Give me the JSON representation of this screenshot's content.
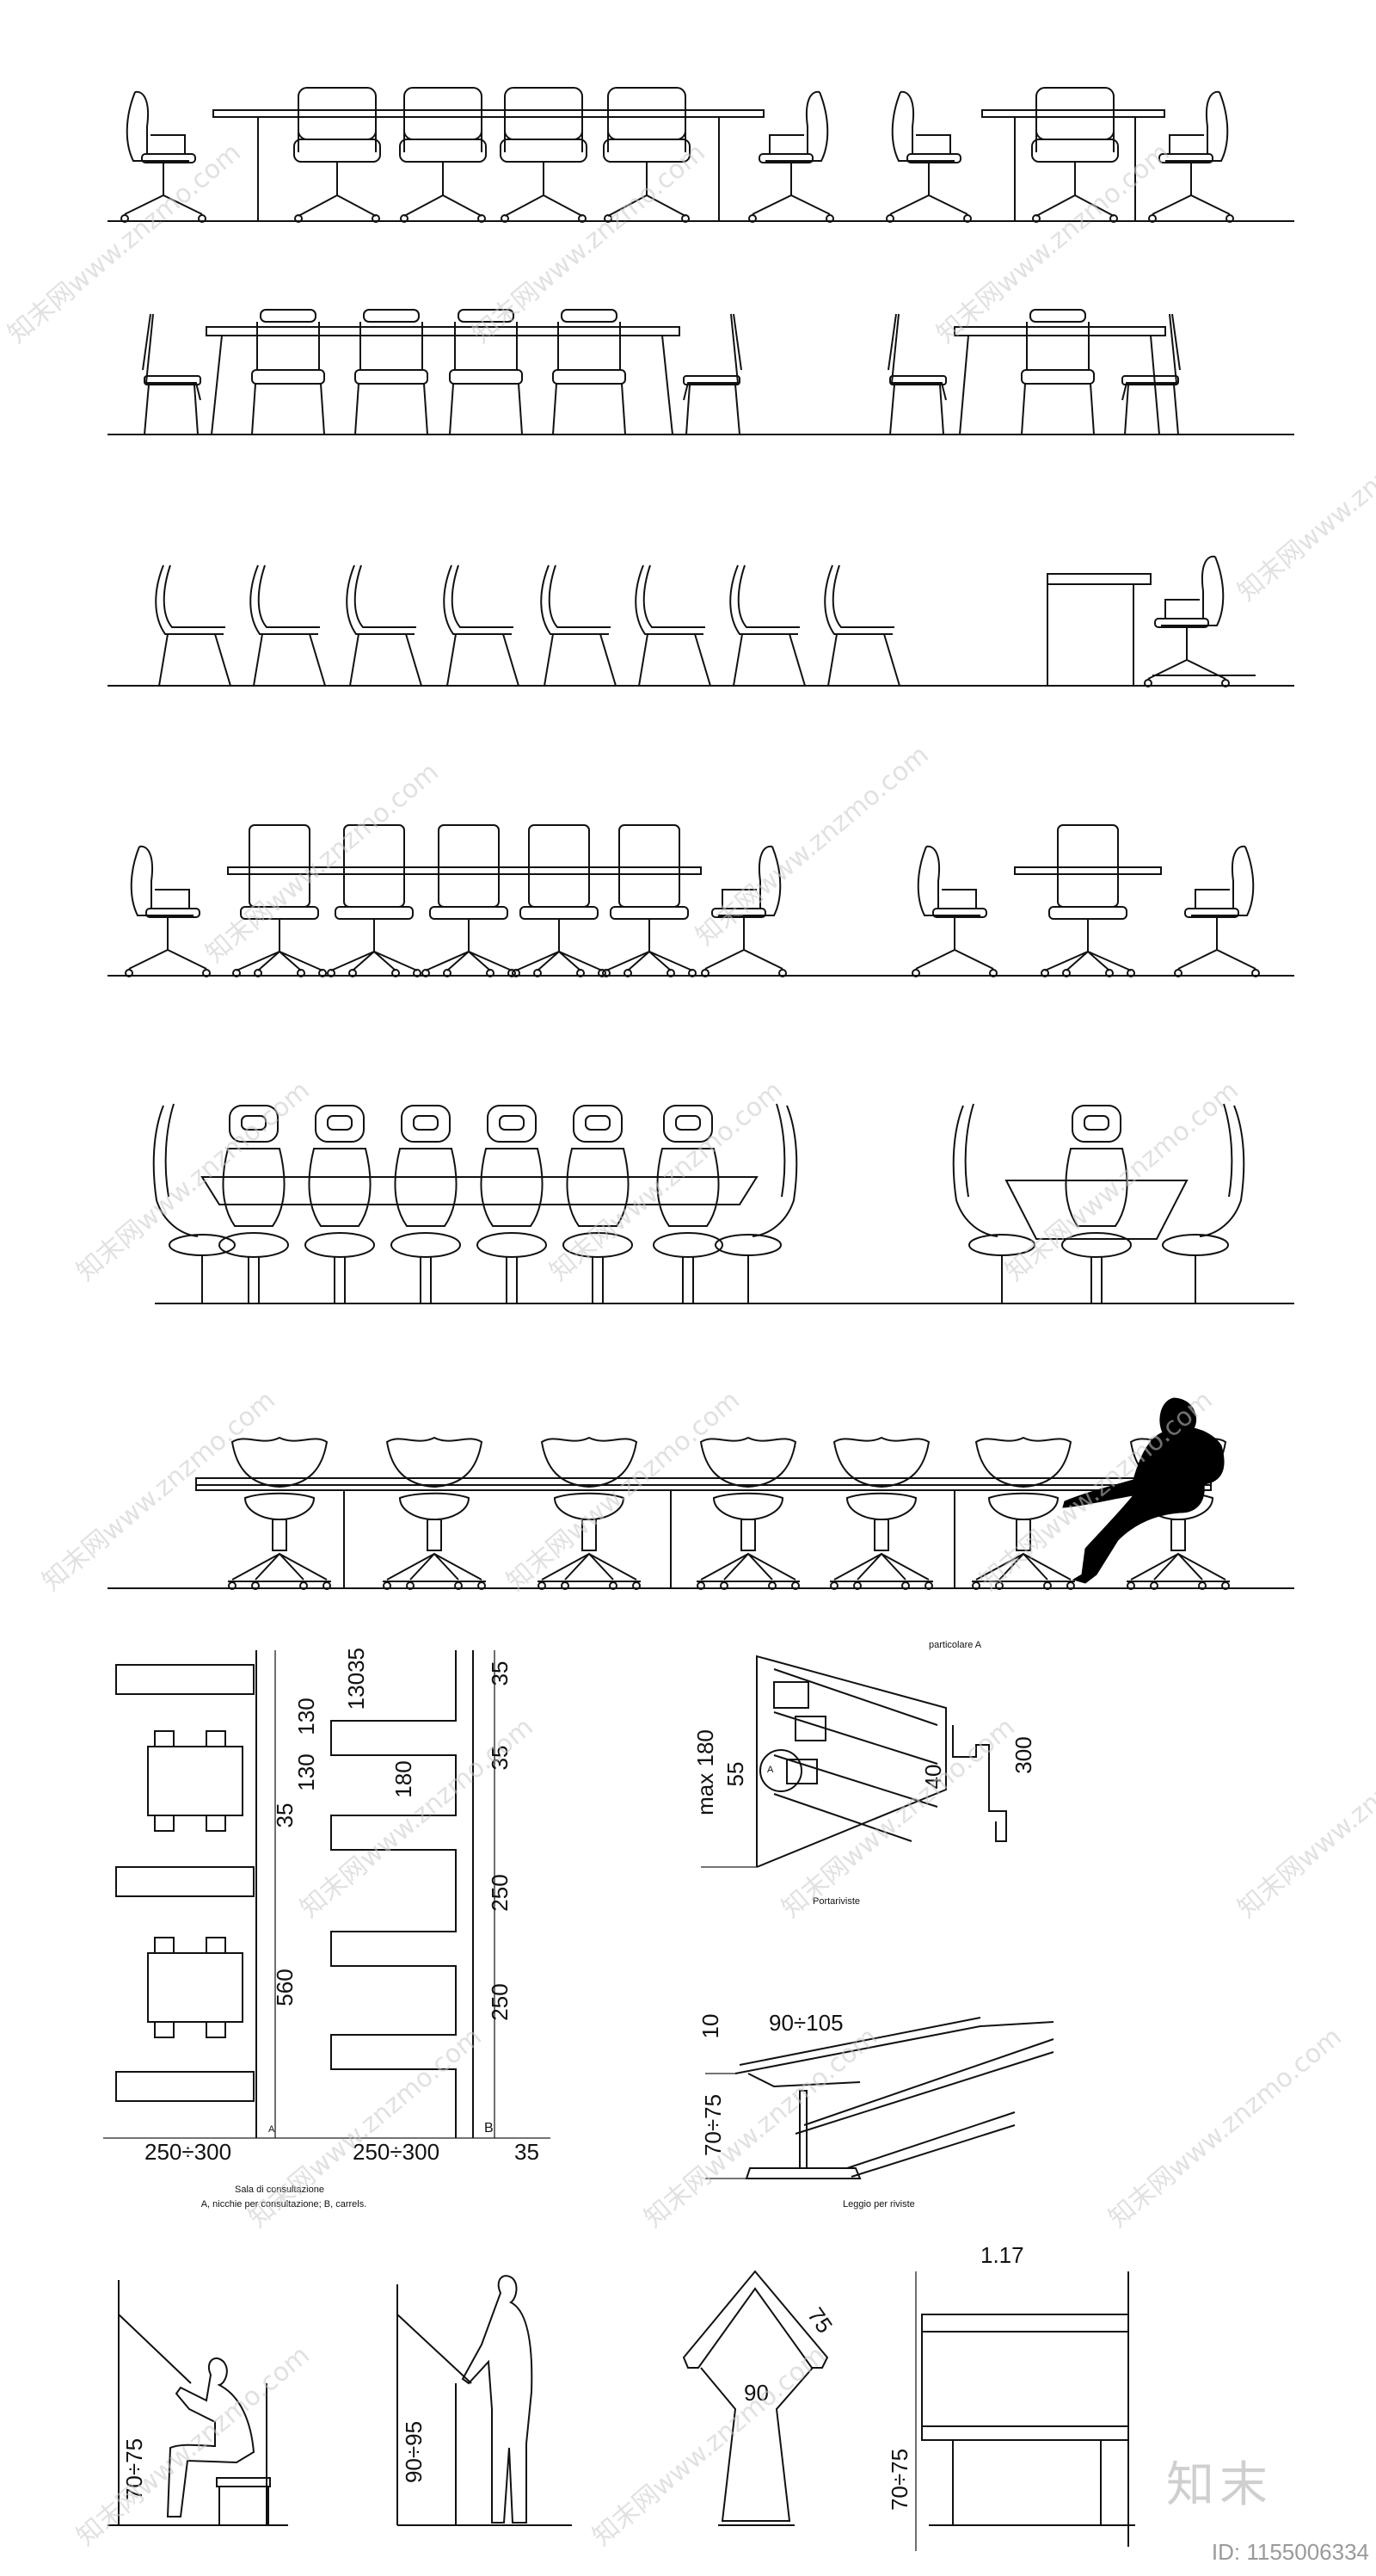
{
  "watermark": {
    "text": "知末网www.znzmo.com",
    "logo": "知末",
    "id": "ID: 1155006334"
  },
  "dimensions": {
    "d_13035": "13035",
    "d_130": "130",
    "d_130b": "130",
    "d_35a": "35",
    "d_560": "560",
    "d_35b": "35",
    "d_180": "180",
    "d_35c": "35",
    "d_250a": "250",
    "d_250b": "250",
    "d_250_300a": "250÷300",
    "d_250_300b": "250÷300",
    "d_35d": "35",
    "d_max180": "max 180",
    "d_55": "55",
    "d_40": "40",
    "d_300": "300",
    "d_10": "10",
    "d_90_105": "90÷105",
    "d_70_75a": "70÷75",
    "d_70_75b": "70÷75",
    "d_90_95": "90÷95",
    "d_90": "90",
    "d_75": "75",
    "d_117": "1.17",
    "d_70_75c": "70÷75"
  },
  "labels": {
    "label_A": "A",
    "label_B": "B",
    "label_A_circle": "A",
    "particolare": "particolare A",
    "portariviste": "Portariviste",
    "leggio": "Leggio per riviste",
    "sala_line1": "Sala di consultazione",
    "sala_line2": "A, nicchie per consultazione; B, carrels."
  }
}
